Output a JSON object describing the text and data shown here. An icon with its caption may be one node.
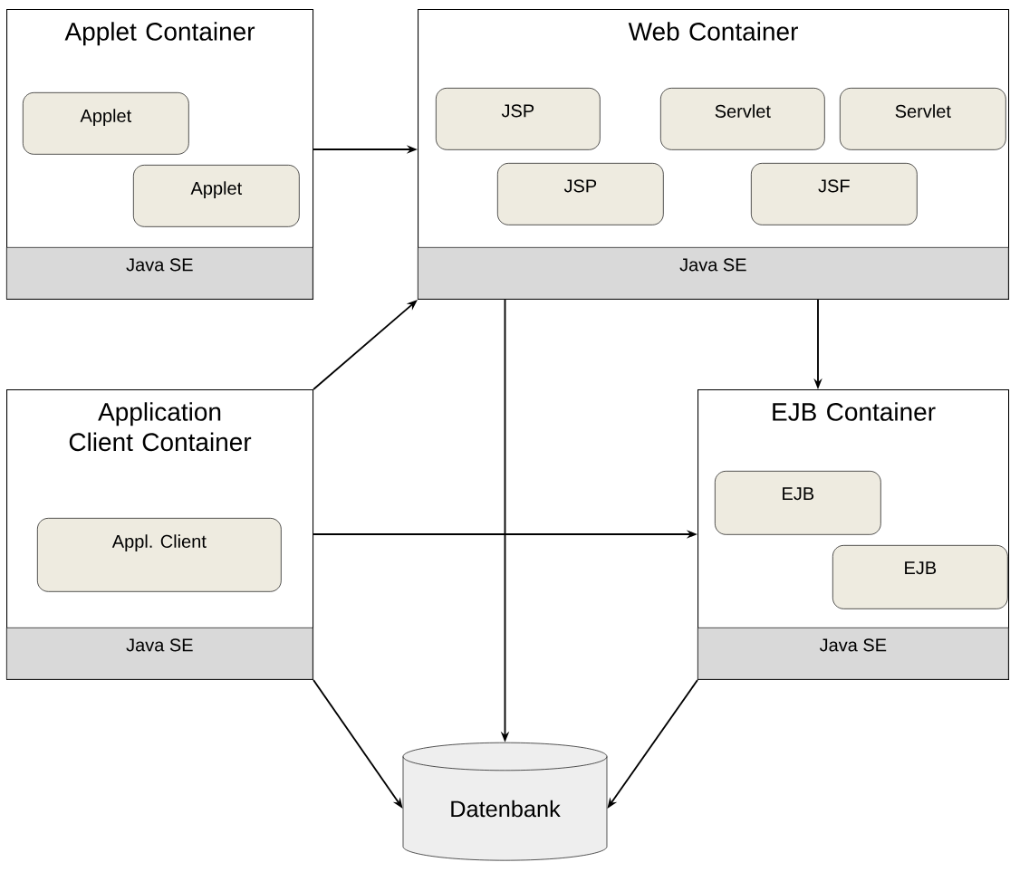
{
  "diagram": {
    "nodes": [
      {
        "text": [
          "Applet Container"
        ]
      },
      {
        "text": [
          "Applet"
        ],
        "in": 0
      },
      {
        "text": [
          "Applet"
        ],
        "in": 0
      },
      {
        "text": [
          "Java SE"
        ],
        "in": 0
      },
      {
        "text": [
          "Web Container"
        ]
      },
      {
        "text": [
          "JSP"
        ],
        "in": 4
      },
      {
        "text": [
          "Servlet"
        ],
        "in": 4
      },
      {
        "text": [
          "Servlet"
        ],
        "in": 4
      },
      {
        "text": [
          "JSP"
        ],
        "in": 4
      },
      {
        "text": [
          "JSF"
        ],
        "in": 4
      },
      {
        "text": [
          "Java SE"
        ],
        "in": 4
      },
      {
        "text": [
          "Application Client Container"
        ]
      },
      {
        "text": [
          "Appl. Client"
        ],
        "in": 11
      },
      {
        "text": [
          "Java SE"
        ],
        "in": 11
      },
      {
        "text": [
          "EJB Container"
        ]
      },
      {
        "text": [
          "EJB"
        ],
        "in": 14
      },
      {
        "text": [
          "EJB"
        ],
        "in": 14
      },
      {
        "text": [
          "Java SE"
        ],
        "in": 14
      },
      {
        "text": [
          "Datenbank"
        ]
      }
    ],
    "edges": [
      {
        "from": 0,
        "to": 4,
        "arrow": "to"
      },
      {
        "from": 11,
        "to": 4,
        "arrow": "to"
      },
      {
        "from": 4,
        "to": 18,
        "arrow": "to"
      },
      {
        "from": 4,
        "to": 14,
        "arrow": "to"
      },
      {
        "from": 11,
        "to": 14,
        "arrow": "to"
      },
      {
        "from": 11,
        "to": 18,
        "arrow": "to"
      },
      {
        "from": 14,
        "to": 18,
        "arrow": "to"
      }
    ]
  }
}
